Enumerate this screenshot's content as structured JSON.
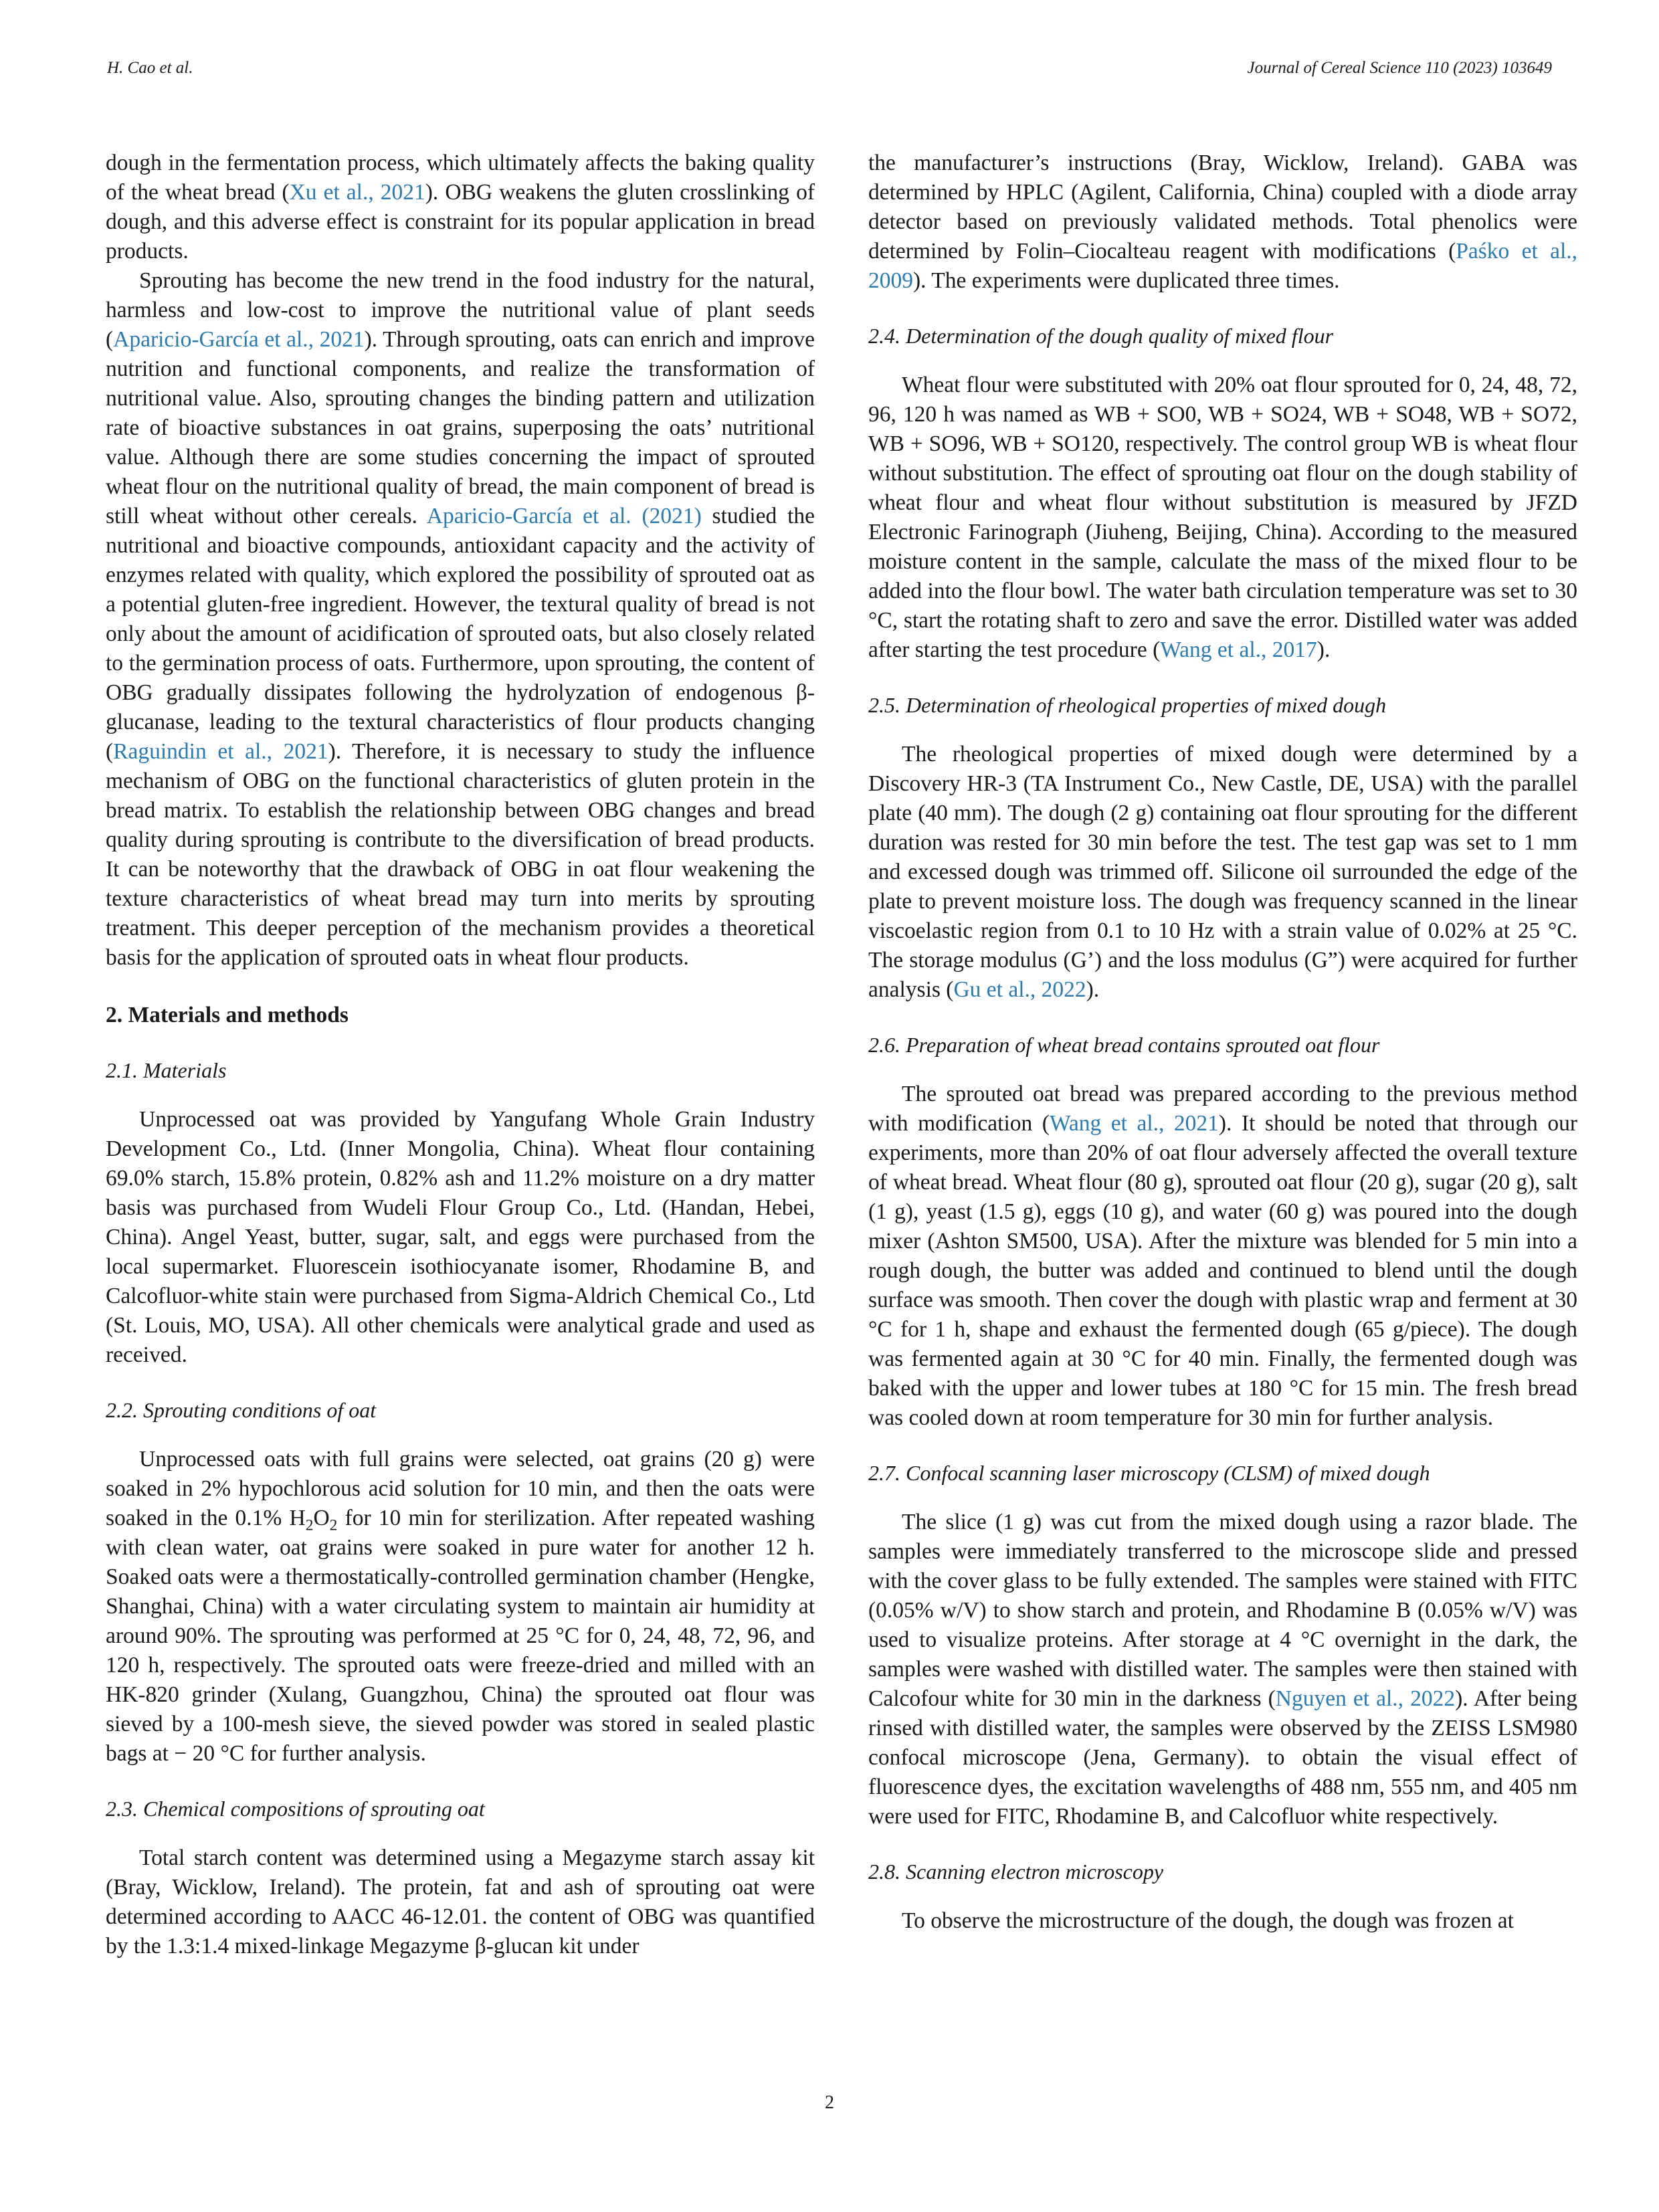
{
  "header": {
    "left": "H. Cao et al.",
    "right": "Journal of Cereal Science 110 (2023) 103649"
  },
  "left_column": {
    "p1": {
      "a": "dough in the fermentation process, which ultimately affects the baking quality of the wheat bread (",
      "ref1": "Xu et al., 2021",
      "b": "). OBG weakens the gluten crosslinking of dough, and this adverse effect is constraint for its popular application in bread products."
    },
    "p2": {
      "a": "Sprouting has become the new trend in the food industry for the natural, harmless and low-cost to improve the nutritional value of plant seeds (",
      "ref1": "Aparicio-García et al., 2021",
      "b": "). Through sprouting, oats can enrich and improve nutrition and functional components, and realize the transformation of nutritional value. Also, sprouting changes the binding pattern and utilization rate of bioactive substances in oat grains, superposing the oats’ nutritional value. Although there are some studies concerning the impact of sprouted wheat flour on the nutritional quality of bread, the main component of bread is still wheat without other cereals. ",
      "ref2": "Aparicio-García et al. (2021)",
      "c": " studied the nutritional and bioactive compounds, antioxidant capacity and the activity of enzymes related with quality, which explored the possibility of sprouted oat as a potential gluten-free ingredient. However, the textural quality of bread is not only about the amount of acidification of sprouted oats, but also closely related to the germination process of oats. Furthermore, upon sprouting, the content of OBG gradually dissipates following the hydrolyzation of endogenous β-glucanase, leading to the textural characteristics of flour products changing (",
      "ref3": "Raguindin et al., 2021",
      "d": "). Therefore, it is necessary to study the influence mechanism of OBG on the functional characteristics of gluten protein in the bread matrix. To establish the relationship between OBG changes and bread quality during sprouting is contribute to the diversification of bread products. It can be noteworthy that the drawback of OBG in oat flour weakening the texture characteristics of wheat bread may turn into merits by sprouting treatment. This deeper perception of the mechanism provides a theoretical basis for the application of sprouted oats in wheat flour products."
    },
    "section2": "2.  Materials and methods",
    "s21": {
      "heading": "2.1.  Materials",
      "text": "Unprocessed oat was provided by Yangufang Whole Grain Industry Development Co., Ltd. (Inner Mongolia, China). Wheat flour containing 69.0% starch, 15.8% protein, 0.82% ash and 11.2% moisture on a dry matter basis was purchased from Wudeli Flour Group Co., Ltd. (Handan, Hebei, China). Angel Yeast, butter, sugar, salt, and eggs were purchased from the local supermarket. Fluorescein isothiocyanate isomer, Rhodamine B, and Calcofluor-white stain were purchased from Sigma-Aldrich Chemical Co., Ltd (St. Louis, MO, USA). All other chemicals were analytical grade and used as received."
    },
    "s22": {
      "heading": "2.2.  Sprouting conditions of oat",
      "a": "Unprocessed oats with full grains were selected, oat grains (20 g) were soaked in 2% hypochlorous acid solution for 10 min, and then the oats were soaked in the 0.1% H",
      "sub1": "2",
      "b": "O",
      "sub2": "2",
      "c": " for 10 min for sterilization. After repeated washing with clean water, oat grains were soaked in pure water for another 12 h. Soaked oats were a thermostatically-controlled germination chamber (Hengke, Shanghai, China) with a water circulating system to maintain air humidity at around 90%. The sprouting was performed at 25 °C for 0, 24, 48, 72, 96, and 120 h, respectively. The sprouted oats were freeze-dried and milled with an HK-820 grinder (Xulang, Guangzhou, China) the sprouted oat flour was sieved by a 100-mesh sieve, the sieved powder was stored in sealed plastic bags at − 20 °C for further analysis."
    },
    "s23": {
      "heading": "2.3.  Chemical compositions of sprouting oat",
      "text": "Total starch content was determined using a Megazyme starch assay kit (Bray, Wicklow, Ireland). The protein, fat and ash of sprouting oat were determined according to AACC 46-12.01. the content of OBG was quantified by the 1.3:1.4 mixed-linkage Megazyme β-glucan kit under"
    }
  },
  "right_column": {
    "p1": {
      "a": "the manufacturer’s instructions (Bray, Wicklow, Ireland). GABA was determined by HPLC (Agilent, California, China) coupled with a diode array detector based on previously validated methods. Total phenolics were determined by Folin–Ciocalteau reagent with modifications (",
      "ref1": "Paśko et al., 2009",
      "b": "). The experiments were duplicated three times."
    },
    "s24": {
      "heading": "2.4.  Determination of the dough quality of mixed flour",
      "a": "Wheat flour were substituted with 20% oat flour sprouted for 0, 24, 48, 72, 96, 120 h was named as WB + SO0, WB + SO24, WB + SO48, WB + SO72, WB + SO96, WB + SO120, respectively. The control group WB is wheat flour without substitution. The effect of sprouting oat flour on the dough stability of wheat flour and wheat flour without substitution is measured by JFZD Electronic Farinograph (Jiuheng, Beijing, China). According to the measured moisture content in the sample, calculate the mass of the mixed flour to be added into the flour bowl. The water bath circulation temperature was set to 30 °C, start the rotating shaft to zero and save the error. Distilled water was added after starting the test procedure (",
      "ref1": "Wang et al., 2017",
      "b": ")."
    },
    "s25": {
      "heading": "2.5.  Determination of rheological properties of mixed dough",
      "a": "The rheological properties of mixed dough were determined by a Discovery HR-3 (TA Instrument Co., New Castle, DE, USA) with the parallel plate (40 mm). The dough (2 g) containing oat flour sprouting for the different duration was rested for 30 min before the test. The test gap was set to 1 mm and excessed dough was trimmed off. Silicone oil surrounded the edge of the plate to prevent moisture loss. The dough was frequency scanned in the linear viscoelastic region from 0.1 to 10 Hz with a strain value of 0.02% at 25 °C. The storage modulus (G’) and the loss modulus (G”) were acquired for further analysis (",
      "ref1": "Gu et al., 2022",
      "b": ")."
    },
    "s26": {
      "heading": "2.6.  Preparation of wheat bread contains sprouted oat flour",
      "a": "The sprouted oat bread was prepared according to the previous method with modification (",
      "ref1": "Wang et al., 2021",
      "b": "). It should be noted that through our experiments, more than 20% of oat flour adversely affected the overall texture of wheat bread. Wheat flour (80 g), sprouted oat flour (20 g), sugar (20 g), salt (1 g), yeast (1.5 g), eggs (10 g), and water (60 g) was poured into the dough mixer (Ashton SM500, USA). After the mixture was blended for 5 min into a rough dough, the butter was added and continued to blend until the dough surface was smooth. Then cover the dough with plastic wrap and ferment at 30 °C for 1 h, shape and exhaust the fermented dough (65 g/piece). The dough was fermented again at 30 °C for 40 min. Finally, the fermented dough was baked with the upper and lower tubes at 180 °C for 15 min. The fresh bread was cooled down at room temperature for 30 min for further analysis."
    },
    "s27": {
      "heading": "2.7.  Confocal scanning laser microscopy (CLSM) of mixed dough",
      "a": "The slice (1 g) was cut from the mixed dough using a razor blade. The samples were immediately transferred to the microscope slide and pressed with the cover glass to be fully extended. The samples were stained with FITC (0.05% w/V) to show starch and protein, and Rhodamine B (0.05% w/V) was used to visualize proteins. After storage at 4 °C overnight in the dark, the samples were washed with distilled water. The samples were then stained with Calcofour white for 30 min in the darkness (",
      "ref1": "Nguyen et al., 2022",
      "b": "). After being rinsed with distilled water, the samples were observed by the ZEISS LSM980 confocal microscope (Jena, Germany). to obtain the visual effect of fluorescence dyes, the excitation wavelengths of 488 nm, 555 nm, and 405 nm were used for FITC, Rhodamine B, and Calcofluor white respectively."
    },
    "s28": {
      "heading": "2.8.  Scanning electron microscopy",
      "text": "To observe the microstructure of the dough, the dough was frozen at"
    }
  },
  "page_number": "2",
  "colors": {
    "link": "#2a7ab0",
    "text": "#1a1a1a"
  }
}
